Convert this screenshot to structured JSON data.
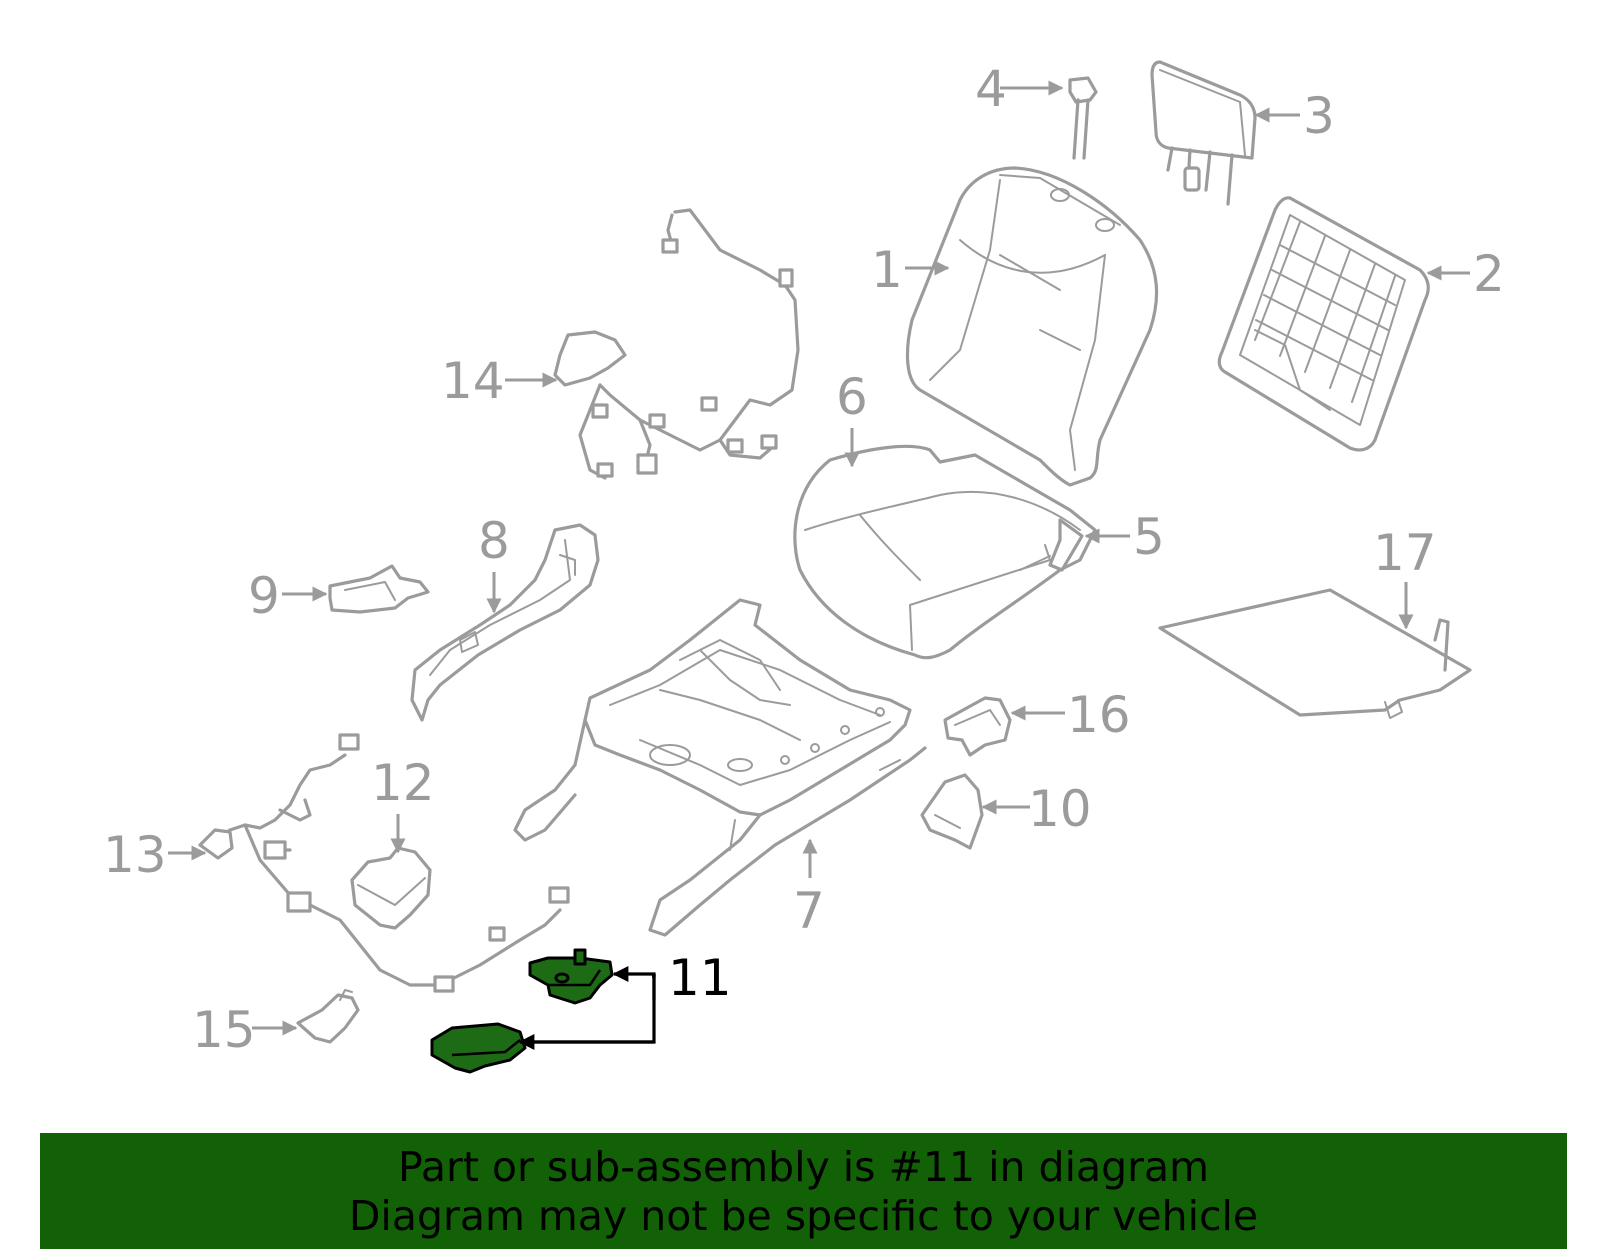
{
  "labels": {
    "p1": "1",
    "p2": "2",
    "p3": "3",
    "p4": "4",
    "p5": "5",
    "p6": "6",
    "p7": "7",
    "p8": "8",
    "p9": "9",
    "p10": "10",
    "p11": "11",
    "p12": "12",
    "p13": "13",
    "p14": "14",
    "p15": "15",
    "p16": "16",
    "p17": "17"
  },
  "banner": {
    "line1": "Part or sub-assembly is #11 in diagram",
    "line2": "Diagram may not be specific to your vehicle"
  },
  "colors": {
    "part_stroke": "#9b9b9b",
    "highlight_fill": "#1e6b16",
    "banner_bg": "#126107"
  },
  "highlighted_part": "11"
}
